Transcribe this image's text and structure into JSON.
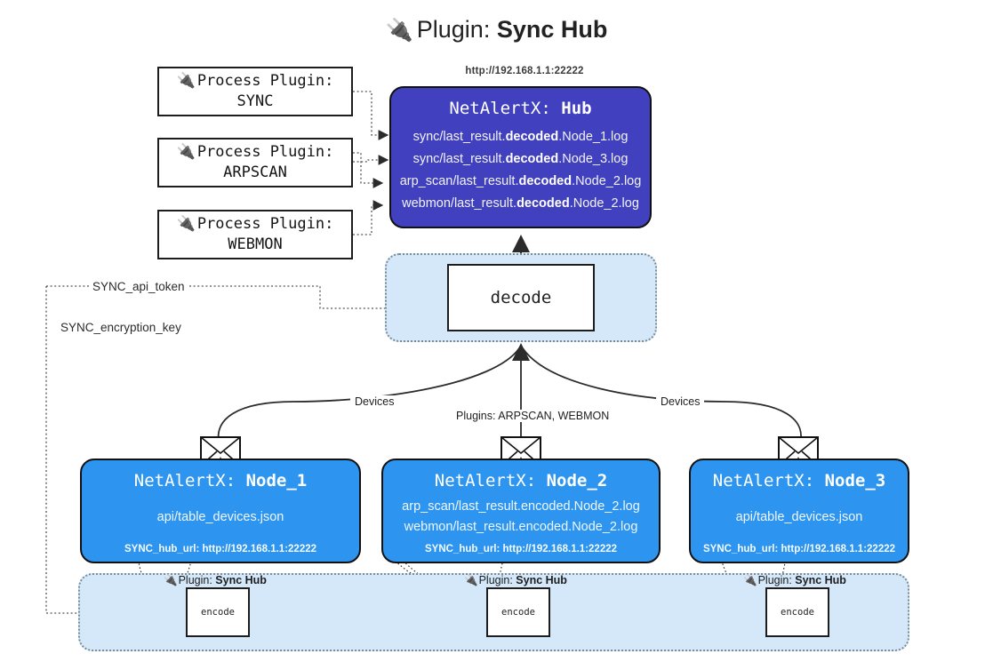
{
  "title": {
    "icon": "plug-icon",
    "prefix": "Plugin: ",
    "name": "Sync Hub"
  },
  "process_plugins": [
    {
      "icon": "plug-icon",
      "label": "Process Plugin:",
      "name": "SYNC"
    },
    {
      "icon": "plug-icon",
      "label": "Process Plugin:",
      "name": "ARPSCAN"
    },
    {
      "icon": "plug-icon",
      "label": "Process Plugin:",
      "name": "WEBMON"
    }
  ],
  "hub": {
    "url": "http://192.168.1.1:22222",
    "title_prefix": "NetAlertX: ",
    "title_name": "Hub",
    "logs": [
      {
        "pre": "sync/last_result.",
        "em": "decoded",
        "post": ".Node_1.log"
      },
      {
        "pre": "sync/last_result.",
        "em": "decoded",
        "post": ".Node_3.log"
      },
      {
        "pre": "arp_scan/last_result.",
        "em": "decoded",
        "post": ".Node_2.log"
      },
      {
        "pre": "webmon/last_result.",
        "em": "decoded",
        "post": ".Node_2.log"
      }
    ]
  },
  "decode": {
    "label": "decode"
  },
  "keys": {
    "api_token": "SYNC_api_token",
    "encryption_key": "SYNC_encryption_key"
  },
  "edges": {
    "devices_left": "Devices",
    "devices_right": "Devices",
    "plugins_middle": "Plugins: ARPSCAN, WEBMON"
  },
  "nodes": [
    {
      "icon": "envelope-icon",
      "title_prefix": "NetAlertX: ",
      "title_name": "Node_1",
      "lines": [
        "api/table_devices.json"
      ],
      "footer": "SYNC_hub_url: http://192.168.1.1:22222"
    },
    {
      "icon": "envelope-icon",
      "title_prefix": "NetAlertX: ",
      "title_name": "Node_2",
      "lines": [
        "arp_scan/last_result.encoded.Node_2.log",
        "webmon/last_result.encoded.Node_2.log"
      ],
      "footer": "SYNC_hub_url: http://192.168.1.1:22222"
    },
    {
      "icon": "envelope-icon",
      "title_prefix": "NetAlertX: ",
      "title_name": "Node_3",
      "lines": [
        "api/table_devices.json"
      ],
      "footer": "SYNC_hub_url: http://192.168.1.1:22222"
    }
  ],
  "encoders": [
    {
      "icon": "plug-icon",
      "label_prefix": "Plugin: ",
      "label_name": "Sync Hub",
      "box": "encode"
    },
    {
      "icon": "plug-icon",
      "label_prefix": "Plugin: ",
      "label_name": "Sync Hub",
      "box": "encode"
    },
    {
      "icon": "plug-icon",
      "label_prefix": "Plugin: ",
      "label_name": "Sync Hub",
      "box": "encode"
    }
  ],
  "colors": {
    "hub_fill": "#4141bf",
    "node_fill": "#2d95ef",
    "container_fill": "#d4e8fa",
    "stroke": "#111111"
  }
}
